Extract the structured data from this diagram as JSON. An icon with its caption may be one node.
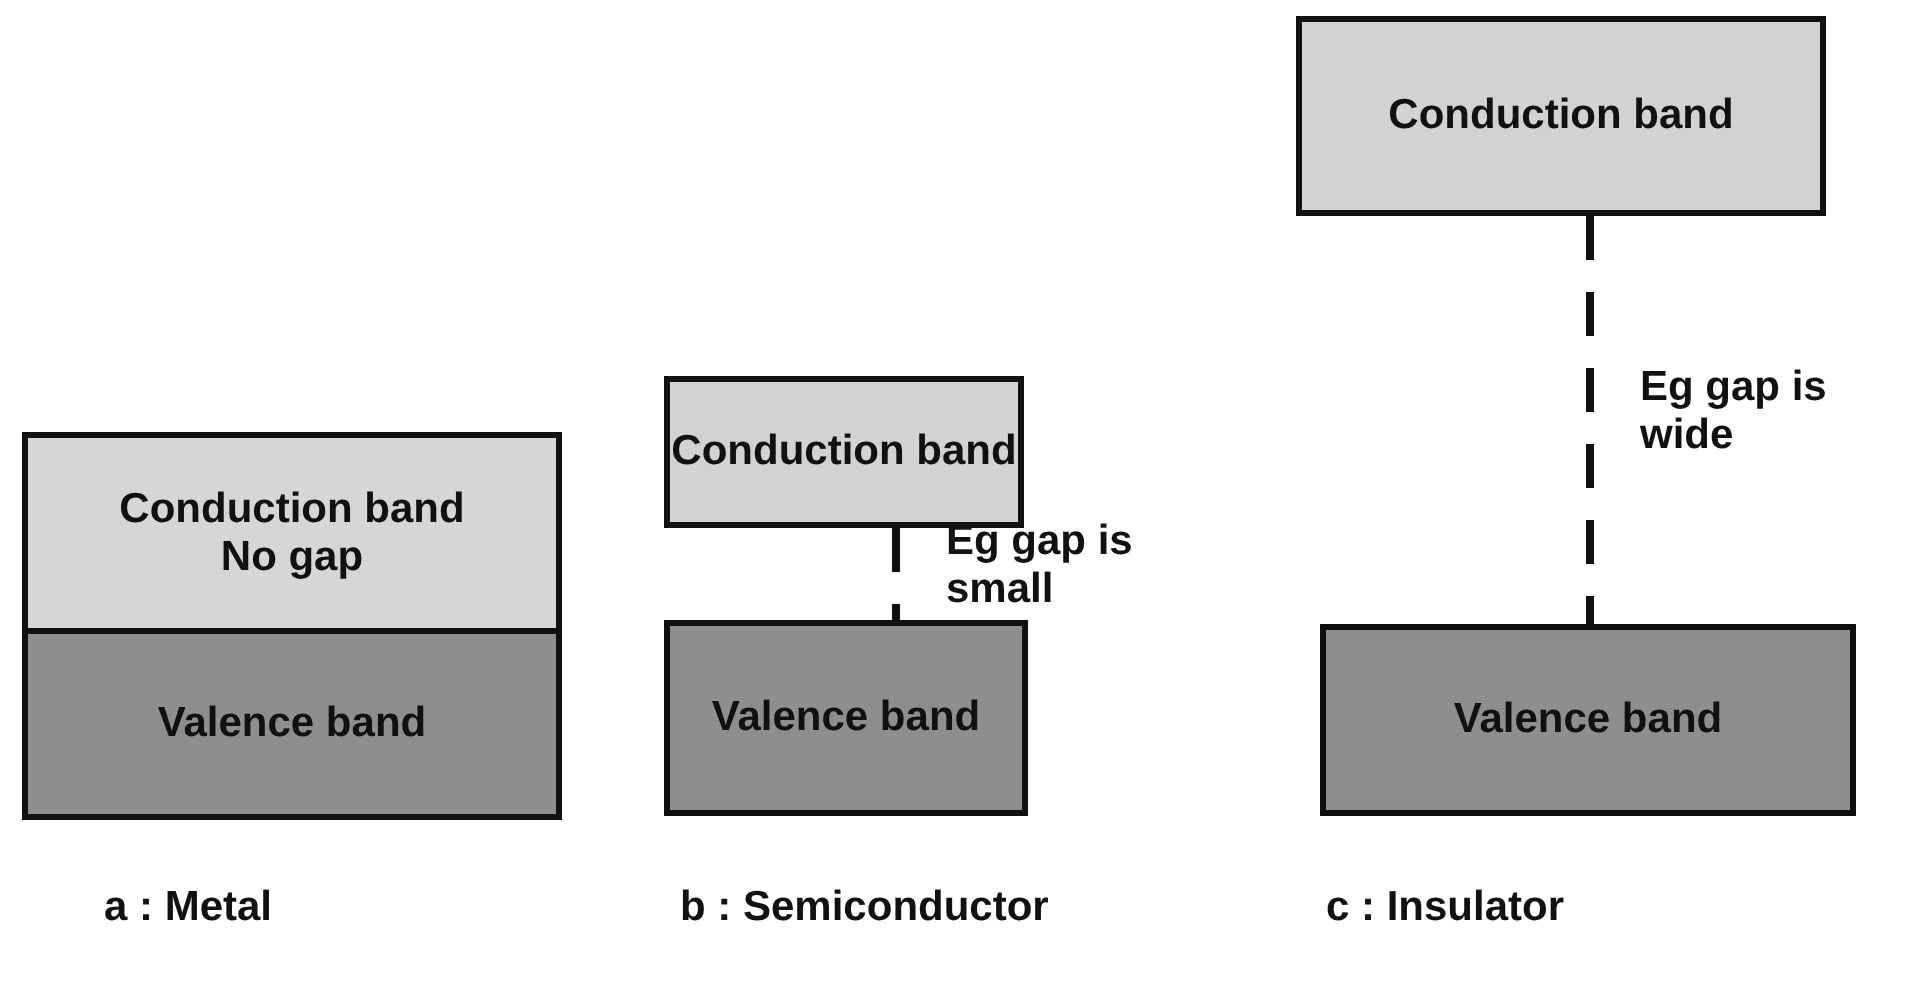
{
  "diagram": {
    "nodes": [
      {
        "text": [
          "Conduction band",
          "No gap"
        ]
      },
      {
        "text": [
          "Valence band"
        ]
      },
      {
        "text": [
          "Conduction band"
        ]
      },
      {
        "text": [
          "Valence band"
        ]
      },
      {
        "text": [
          "Conduction band"
        ]
      },
      {
        "text": [
          "Valence band"
        ]
      }
    ],
    "edges": [
      {
        "from": 2,
        "to": 3,
        "arrow": "none",
        "style": "dashed",
        "label": "Eg gap is small"
      },
      {
        "from": 4,
        "to": 5,
        "arrow": "none",
        "style": "dashed",
        "label": "Eg gap is wide"
      }
    ],
    "labels": [
      "a : Metal",
      "b : Semiconductor",
      "c : Insulator"
    ]
  }
}
